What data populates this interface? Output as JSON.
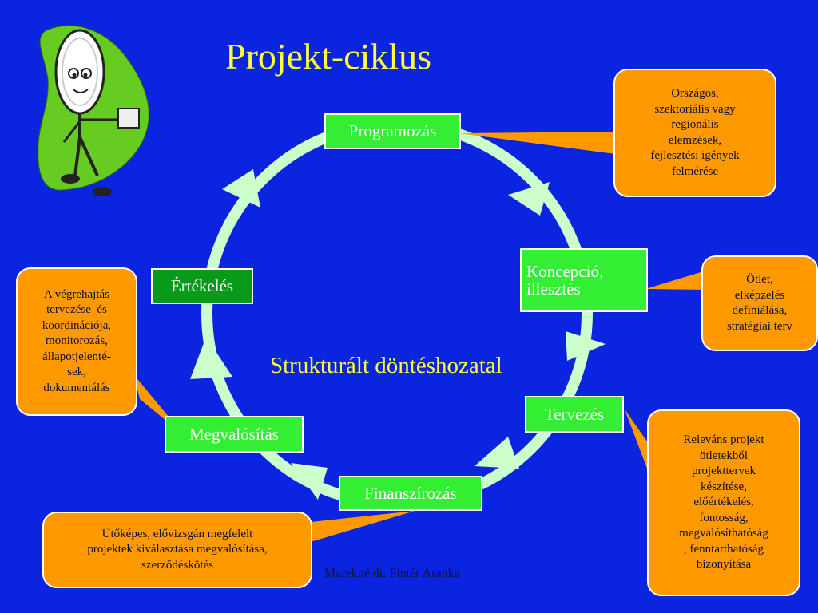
{
  "title": "Projekt-ciklus",
  "center_label": "Strukturált döntéshozatal",
  "author": "Marekné dr. Pintér Aranka",
  "colors": {
    "background": "#0a24e0",
    "title": "#ffff33",
    "node_light": "#33ee33",
    "node_dark": "#0a9a1a",
    "callout": "#ff9900",
    "cycle_ring": "#ccffcc"
  },
  "icons": {
    "mascot": "satellite-dish-cartoon-icon",
    "arrows": "cycle-arrow-icon"
  },
  "nodes": {
    "programozas": "Programozás",
    "koncepcio_line1": "Koncepció,",
    "koncepcio_line2": "illesztés",
    "tervezes": "Tervezés",
    "finanszirozas": "Finanszírozás",
    "megvalositas": "Megvalósítás",
    "ertekeles": "Értékelés"
  },
  "callouts": {
    "programozas": [
      "Országos,",
      "szektoriális vagy",
      "regionális",
      "elemzések,",
      "fejlesztési igények",
      "felmérése"
    ],
    "koncepcio": [
      "Ötlet,",
      "elképzelés",
      "definiálása,",
      "stratégiai terv"
    ],
    "tervezes": [
      "Releváns projekt",
      "ötletekből",
      "projekttervek",
      "készítése,",
      "előértékelés,",
      "fontosság,",
      "megvalósíthatóság",
      ", fenntarthatóság",
      "bizonyítása"
    ],
    "finanszirozas": [
      "Ütőképes, elővizsgán megfelelt",
      "projektek kiválasztása megvalósítása,",
      "szerződéskötés"
    ],
    "ertekeles": [
      "A végrehajtás",
      "tervezése  és",
      "koordinációja,",
      "monitorozás,",
      "állapotjelenté-",
      "sek,",
      "dokumentálás"
    ]
  }
}
